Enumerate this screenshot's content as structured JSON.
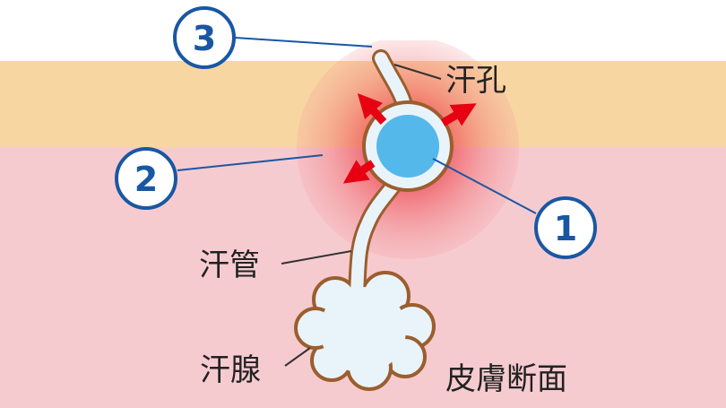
{
  "labels": {
    "pore": "汗孔",
    "duct": "汗管",
    "gland": "汗腺",
    "caption": "皮膚断面"
  },
  "markers": [
    "3",
    "2",
    "1"
  ],
  "colors": {
    "epidermis": "#f8d6a2",
    "dermis": "#f6cbd0",
    "marker": "#1a57a3",
    "arrow": "#e60012",
    "droplet": "#54b8ea",
    "gland_fill": "#e9f4fa",
    "gland_outline": "#9b5e2e"
  }
}
